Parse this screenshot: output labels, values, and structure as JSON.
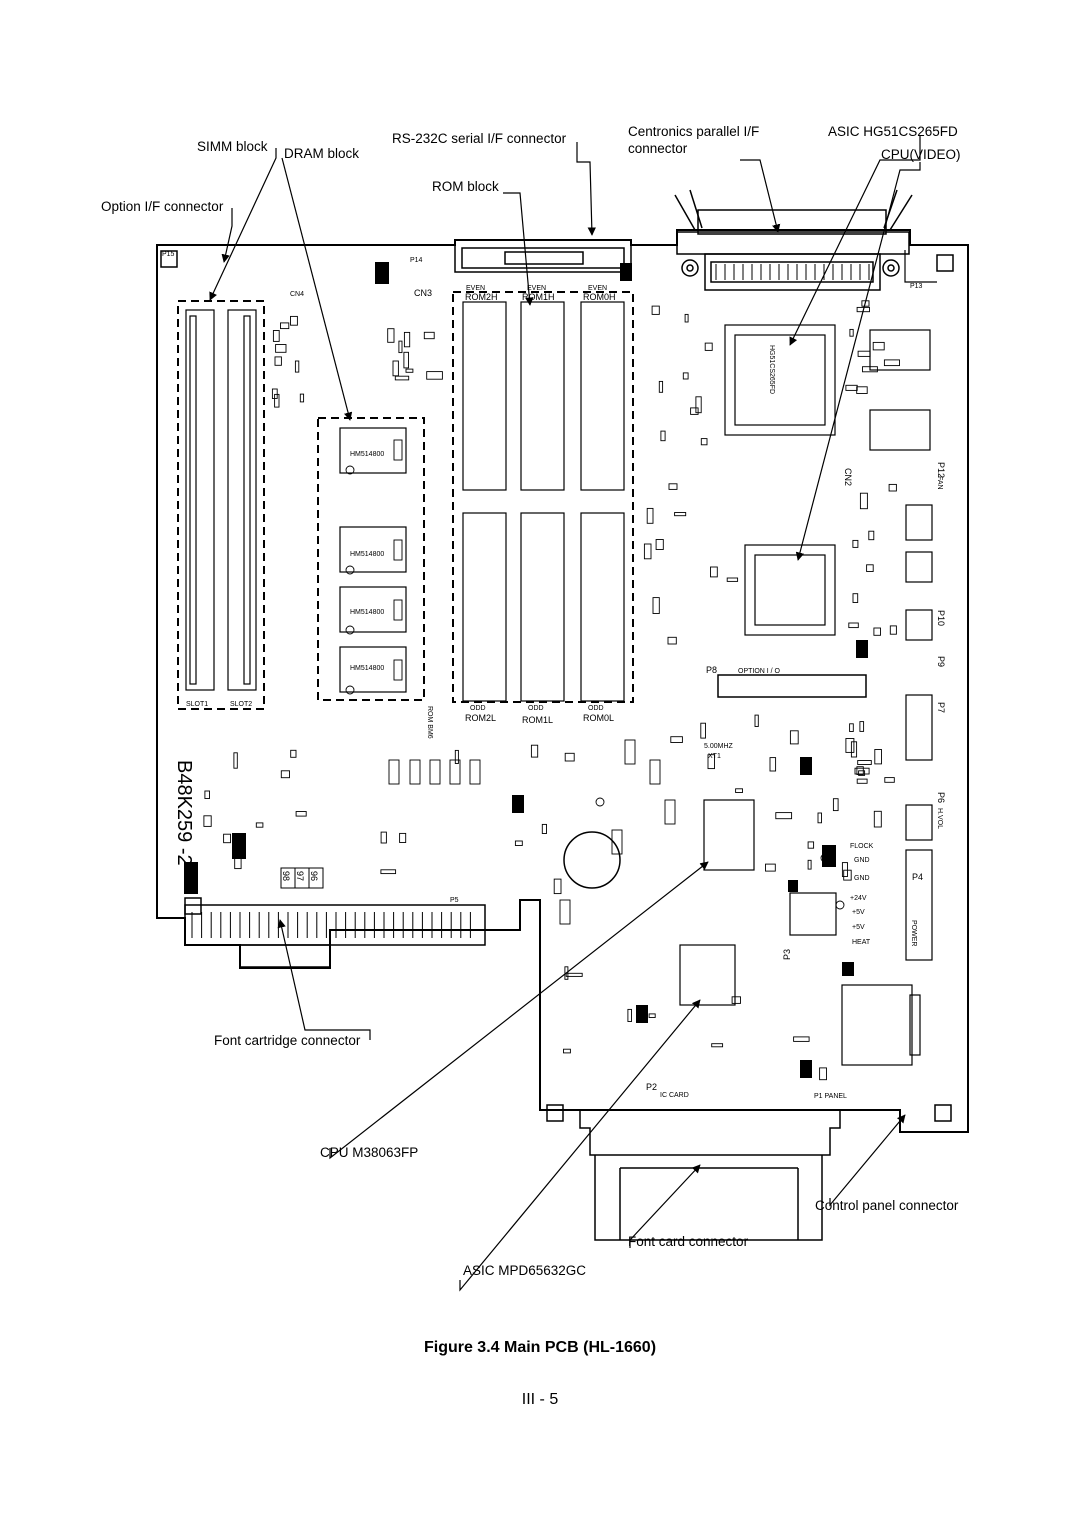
{
  "figure": {
    "caption": "Figure 3.4 Main PCB (HL-1660)",
    "page_number": "III - 5"
  },
  "callouts": {
    "simm_block": "SIMM block",
    "dram_block": "DRAM block",
    "rs232c": "RS-232C serial I/F connector",
    "centronics_line1": "Centronics parallel I/F",
    "centronics_line2": "connector",
    "asic_hg": "ASIC HG51CS265FD",
    "cpu_video": "CPU(VIDEO)",
    "rom_block": "ROM block",
    "option_if": "Option I/F connector",
    "font_cartridge": "Font cartridge connector",
    "cpu_m38063": "CPU M38063FP",
    "control_panel": "Control panel connector",
    "font_card": "Font card connector",
    "asic_mpd": "ASIC MPD65632GC"
  },
  "board": {
    "part_number": "B48K259 -2",
    "silkscreen": {
      "cn3": "CN3",
      "cn4": "CN4",
      "p14": "P14",
      "p15": "P15",
      "p13": "P13",
      "rom2h": "ROM2H",
      "rom1h": "ROM1H",
      "rom0h": "ROM0H",
      "rom2l": "ROM2L",
      "rom1l": "ROM1L",
      "rom0l": "ROM0L",
      "even": "EVEN",
      "odd": "ODD",
      "slot1": "SLOT1",
      "slot2": "SLOT2",
      "hm514800": "HM514800",
      "hg51": "HG51CS265FD",
      "option_io": "OPTION I / O",
      "p8": "P8",
      "p4": "P4",
      "p3": "P3",
      "p2": "P2",
      "p1_panel": "P1  PANEL",
      "ic_card": "IC  CARD",
      "power": "POWER",
      "gnd": "GND",
      "heat": "HEAT",
      "v24": "+24V",
      "v5": "+5V",
      "flock": "FLOCK",
      "mhz": "5.00MHZ",
      "xt1": "XT1",
      "rom_bm6": "ROM BM6",
      "cn2": "CN2",
      "p12": "P12",
      "p10": "P10",
      "p9": "P9",
      "p7": "P7",
      "p6": "P6",
      "p5": "P5",
      "hvol": "H.VOL",
      "fan": "FAN",
      "num96": "96",
      "num97": "97",
      "num98": "98"
    }
  }
}
